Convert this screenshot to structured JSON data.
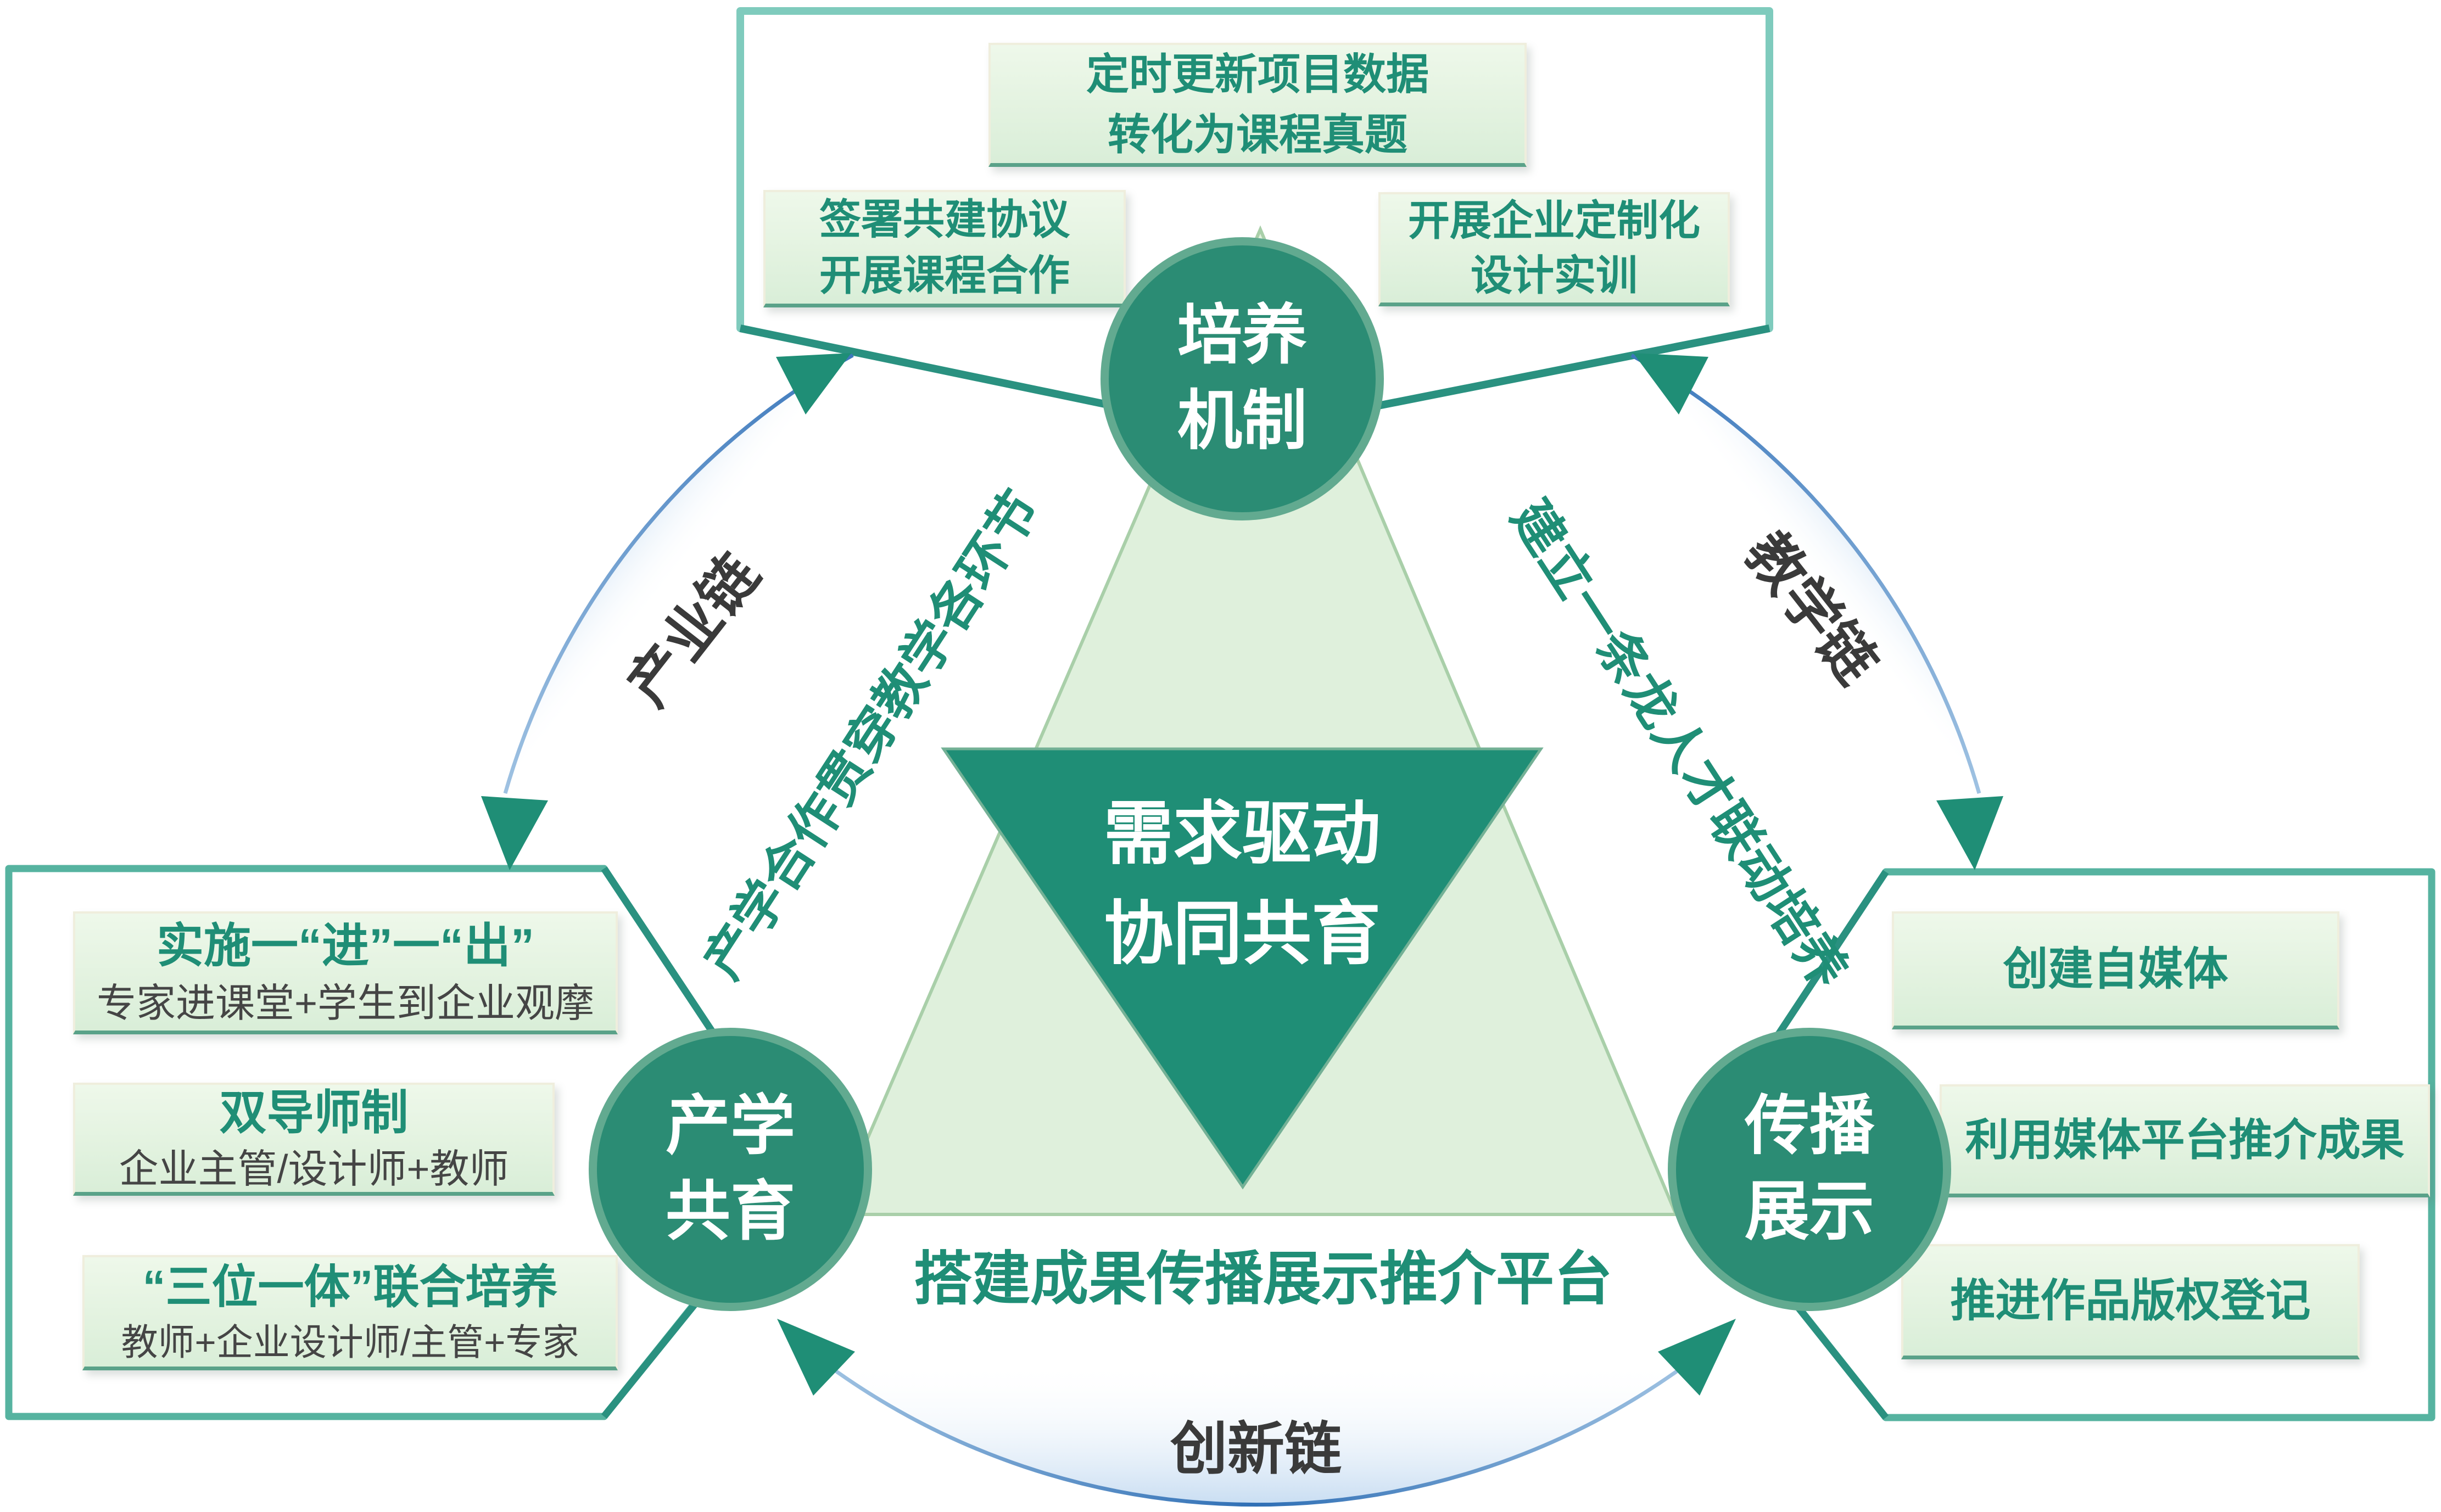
{
  "title": "需求驱动协同共育产学合作模型图",
  "colors": {
    "teal_dark": "#1f8e76",
    "circle_fill": "#2b8c74",
    "circle_ring": "#62aa90",
    "top_box_border": "#7fcbbd",
    "side_box_border": "#56b3a0",
    "pale_triangle_fill": "#dff0dc",
    "pale_triangle_border": "#a9cfa9",
    "item_border_cream": "#efeedd",
    "item_border_bottom": "#5aa289",
    "subtitle_gray": "#454545",
    "chain_label_gray": "#3a3a3a",
    "arc_blue_dark": "#2f6fb5",
    "arc_blue_mid": "#3c78bc",
    "arc_blue_light": "#9fc2e2"
  },
  "top_group": {
    "items": [
      {
        "line1": "定时更新项目数据",
        "line2": "转化为课程真题"
      },
      {
        "line1": "签署共建协议",
        "line2": "开展课程合作"
      },
      {
        "line1": "开展企业定制化",
        "line2": "设计实训"
      }
    ],
    "circle": {
      "line1": "培养",
      "line2": "机制"
    }
  },
  "left_group": {
    "items": [
      {
        "title": "实施一“进”一“出”",
        "subtitle": "专家进课堂+学生到企业观摩"
      },
      {
        "title": "双导师制",
        "subtitle": "企业主管/设计师+教师"
      },
      {
        "title": "“三位一体”联合培养",
        "subtitle": "教师+企业设计师/主管+专家"
      }
    ],
    "circle": {
      "line1": "产学",
      "line2": "共育"
    }
  },
  "right_group": {
    "items": [
      {
        "title": "创建自媒体"
      },
      {
        "title": "利用媒体平台推介成果"
      },
      {
        "title": "推进作品版权登记"
      }
    ],
    "circle": {
      "line1": "传播",
      "line2": "展示"
    }
  },
  "center": {
    "line1": "需求驱动",
    "line2": "协同共育"
  },
  "chains": {
    "left": "产业链",
    "right": "教学链",
    "bottom": "创新链"
  },
  "edge_notes": {
    "left": "产学合作贯穿教学各环节",
    "right": "建立一条龙人才联动培养"
  },
  "platform_note": "搭建成果传播展示推介平台"
}
